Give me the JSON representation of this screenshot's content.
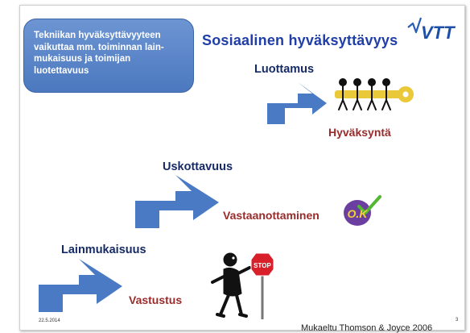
{
  "info_box": {
    "lines": [
      "Tekniikan hyväksyttävyyteen",
      "vaikuttaa mm. toiminnan lain-",
      "mukaisuus ja toimijan",
      "luotettavuus"
    ]
  },
  "title": "Sosiaalinen hyväksyttävyys",
  "logo_text": "VTT",
  "stages": [
    {
      "label": "Lainmukaisuus",
      "outcome": "Vastustus"
    },
    {
      "label": "Uskottavuus",
      "outcome": "Vastaanottaminen"
    },
    {
      "label": "Luottamus",
      "outcome": "Hyväksyntä"
    }
  ],
  "ok_badge_text": "O.K",
  "stop_sign_text": "STOP",
  "footer": {
    "date": "22.5.2014",
    "credit": "Mukaeltu Thomson & Joyce 2006",
    "page": "3"
  },
  "colors": {
    "arrow": "#4a7ac4",
    "title": "#1f3ea8",
    "stage_label": "#162a66",
    "outcome_label": "#9a2b2b",
    "info_box": "#5a86cb"
  },
  "icons": {
    "logo": "vtt-logo",
    "step_arrow": "step-arrow-icon",
    "people_with_key": "people-with-key-icon",
    "ok_badge": "ok-badge-icon",
    "stop_figure": "stop-figure-icon"
  }
}
